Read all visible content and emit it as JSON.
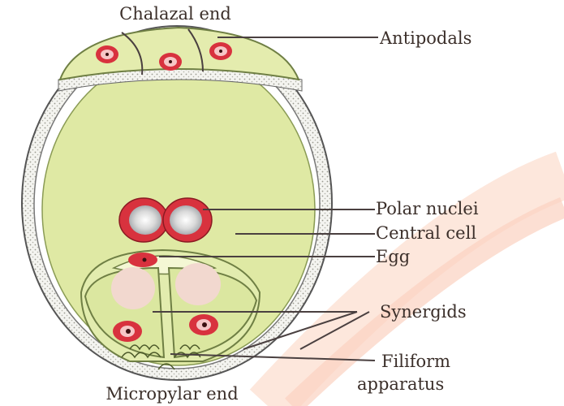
{
  "labels": {
    "top": "Chalazal end",
    "bottom": "Micropylar end",
    "antipodals": "Antipodals",
    "polar_nuclei": "Polar nuclei",
    "central_cell": "Central cell",
    "egg": "Egg",
    "synergids": "Synergids",
    "filiform_line1": "Filiform",
    "filiform_line2": "apparatus"
  },
  "colors": {
    "cytoplasm": "#dfe9a4",
    "cell_light": "#e6efb2",
    "wall_outer": "#ffffff",
    "nucleus_red": "#d8323e",
    "nucleus_pink": "#f6c6c6",
    "nucleolus": "#3a1010",
    "vacuole": "#f2d8cf",
    "leader": "#4a4040",
    "text": "#3b2f2a"
  }
}
